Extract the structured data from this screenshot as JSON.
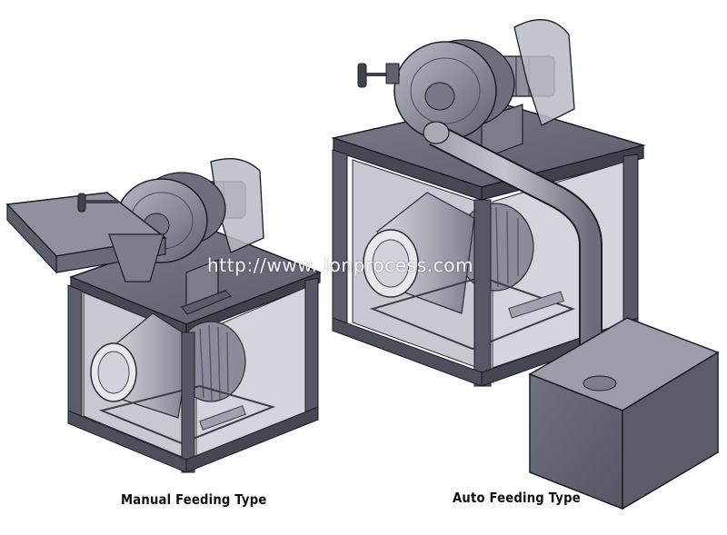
{
  "watermark": "http://www.  ionprocess.com",
  "machines": [
    {
      "caption": "Manual Feeding Type"
    },
    {
      "caption": "Auto Feeding Type"
    }
  ],
  "colors": {
    "steel_dark": "#4d4f5c",
    "steel_mid": "#6e7080",
    "steel_light": "#9a9cab",
    "glass": "#c9cad3",
    "outline": "#1c1d24"
  }
}
